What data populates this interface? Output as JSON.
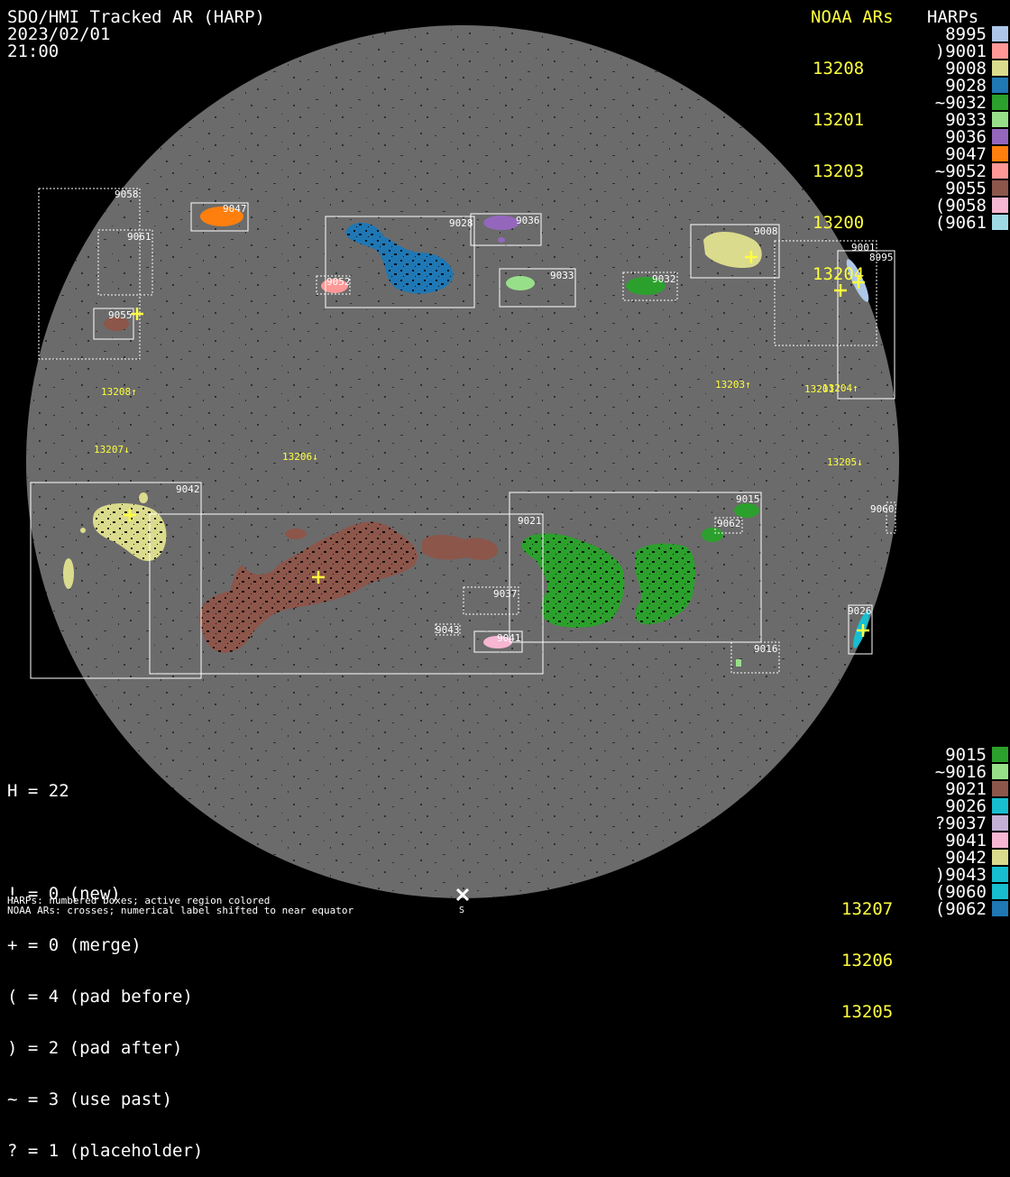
{
  "header": {
    "title": "SDO/HMI Tracked AR (HARP)",
    "date": "2023/02/01",
    "time": "21:00"
  },
  "colors": {
    "disk": "#6b6b6b",
    "noaa_text": "#ffff40",
    "box": "#ffffff"
  },
  "legend_top": {
    "noaa_title": "NOAA ARs",
    "harps_title": "HARPs",
    "noaa": [
      "13208",
      "13201",
      "13203",
      "13200",
      "13204"
    ],
    "harps": [
      {
        "label": "8995",
        "color": "#aec7e8"
      },
      {
        "label": ")9001",
        "color": "#ff9896"
      },
      {
        "label": "9008",
        "color": "#dbdb8d"
      },
      {
        "label": "9028",
        "color": "#1f77b4"
      },
      {
        "label": "~9032",
        "color": "#2ca02c"
      },
      {
        "label": "9033",
        "color": "#98df8a"
      },
      {
        "label": "9036",
        "color": "#9467bd"
      },
      {
        "label": "9047",
        "color": "#ff7f0e"
      },
      {
        "label": "~9052",
        "color": "#ff9896"
      },
      {
        "label": "9055",
        "color": "#8c564b"
      },
      {
        "label": "(9058",
        "color": "#f7b6d2"
      },
      {
        "label": "(9061",
        "color": "#9edae5"
      }
    ]
  },
  "legend_bottom": {
    "noaa": [
      "13207",
      "13206",
      "13205"
    ],
    "harps": [
      {
        "label": "9015",
        "color": "#2ca02c"
      },
      {
        "label": "~9016",
        "color": "#98df8a"
      },
      {
        "label": "9021",
        "color": "#8c564b"
      },
      {
        "label": "9026",
        "color": "#17becf"
      },
      {
        "label": "?9037",
        "color": "#c5b0d5"
      },
      {
        "label": "9041",
        "color": "#f7b6d2"
      },
      {
        "label": "9042",
        "color": "#dbdb8d"
      },
      {
        "label": ")9043",
        "color": "#17becf"
      },
      {
        "label": "(9060",
        "color": "#17becf"
      },
      {
        "label": "(9062",
        "color": "#1f77b4"
      }
    ]
  },
  "stats": [
    "H = 22",
    "",
    "! = 0 (new)",
    "+ = 0 (merge)",
    "( = 4 (pad before)",
    ") = 2 (pad after)",
    "~ = 3 (use past)",
    "? = 1 (placeholder)"
  ],
  "footer": {
    "line1": "HARPs: numbered boxes; active region colored",
    "line2": "NOAA ARs: crosses; numerical label shifted to near equator",
    "south_label": "S"
  },
  "harp_boxes": [
    {
      "label": "9058",
      "dashed": true
    },
    {
      "label": "9061",
      "dashed": true
    },
    {
      "label": "9055",
      "dashed": false
    },
    {
      "label": "9047",
      "dashed": false
    },
    {
      "label": "9028",
      "dashed": false
    },
    {
      "label": "9052",
      "dashed": true
    },
    {
      "label": "9036",
      "dashed": false
    },
    {
      "label": "9033",
      "dashed": false
    },
    {
      "label": "9032",
      "dashed": true
    },
    {
      "label": "9008",
      "dashed": false
    },
    {
      "label": "9001",
      "dashed": true
    },
    {
      "label": "8995",
      "dashed": false
    },
    {
      "label": "9042",
      "dashed": false
    },
    {
      "label": "9021",
      "dashed": false
    },
    {
      "label": "9015",
      "dashed": false
    },
    {
      "label": "9062",
      "dashed": true
    },
    {
      "label": "9060",
      "dashed": true
    },
    {
      "label": "9037",
      "dashed": true
    },
    {
      "label": "9043",
      "dashed": true
    },
    {
      "label": "9041",
      "dashed": false
    },
    {
      "label": "9016",
      "dashed": true
    },
    {
      "label": "9026",
      "dashed": false
    }
  ],
  "noaa_labels": [
    {
      "label": "13208↑"
    },
    {
      "label": "13207↓"
    },
    {
      "label": "13206↓"
    },
    {
      "label": "13203↑"
    },
    {
      "label": "13201"
    },
    {
      "label": "13204↑"
    },
    {
      "label": "13205↓"
    }
  ]
}
